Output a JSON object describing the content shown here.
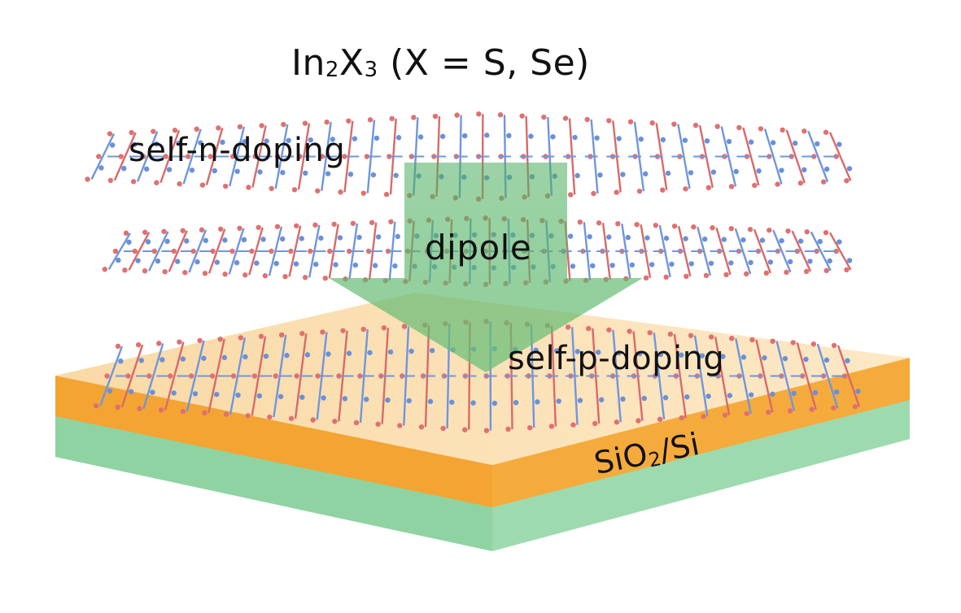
{
  "labels": {
    "title_main": "In",
    "title_sub1": "2",
    "title_mid": "X",
    "title_sub2": "3",
    "title_end": " (X = S, Se)",
    "self_n_doping": "self-n-doping",
    "dipole": "dipole",
    "self_p_doping": "self-p-doping",
    "substrate_pre": "SiO",
    "substrate_sub": "2",
    "substrate_post": "/Si"
  },
  "colors": {
    "atom_selenium": "#e07070",
    "atom_indium": "#6a90d8",
    "bond_red": "#d86a6a",
    "bond_blue": "#7096dc",
    "sio2_layer": "#f3a433",
    "sio2_top": "#f8cf8c",
    "si_layer": "#8fd3a2",
    "dipole_arrow": "#5cb86a",
    "text": "#111111"
  },
  "icons": {
    "dipole_arrow": "down-arrow-icon"
  }
}
